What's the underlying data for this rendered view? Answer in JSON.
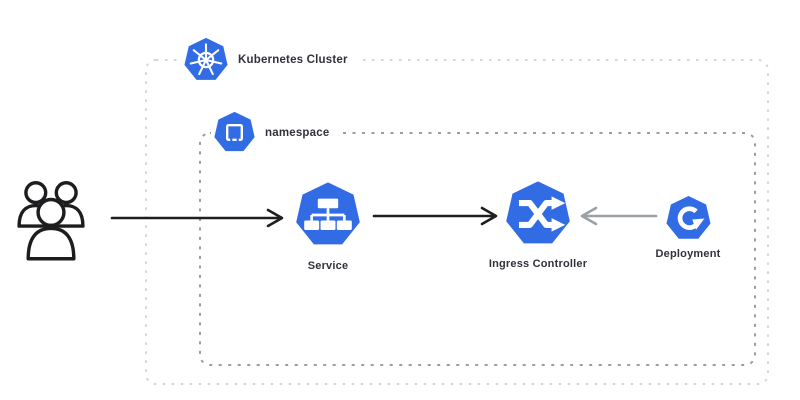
{
  "diagram": {
    "cluster": {
      "label": "Kubernetes Cluster",
      "icon": "kubernetes-logo"
    },
    "namespace": {
      "label": "namespace",
      "icon": "kubernetes-namespace"
    },
    "nodes": [
      {
        "id": "users",
        "icon": "users-group",
        "label": ""
      },
      {
        "id": "service",
        "icon": "kubernetes-service",
        "label": "Service"
      },
      {
        "id": "ingress",
        "icon": "kubernetes-ingress",
        "label": "Ingress Controller"
      },
      {
        "id": "deployment",
        "icon": "kubernetes-deployment",
        "label": "Deployment"
      }
    ],
    "edges": [
      {
        "from": "users",
        "to": "service",
        "style": "solid-black-arrow",
        "direction": "right"
      },
      {
        "from": "service",
        "to": "ingress",
        "style": "solid-black-arrow",
        "direction": "right"
      },
      {
        "from": "deployment",
        "to": "ingress",
        "style": "solid-gray-arrow",
        "direction": "left"
      }
    ]
  },
  "colors": {
    "k8s_blue": "#326CE5",
    "arrow_black": "#1e1e1e",
    "arrow_gray": "#9ba0a5",
    "cluster_border": "#d3d5d9",
    "namespace_border": "#989ca5",
    "label_text": "#32323c",
    "users_outline": "#1d1d1f",
    "background": "#ffffff"
  }
}
